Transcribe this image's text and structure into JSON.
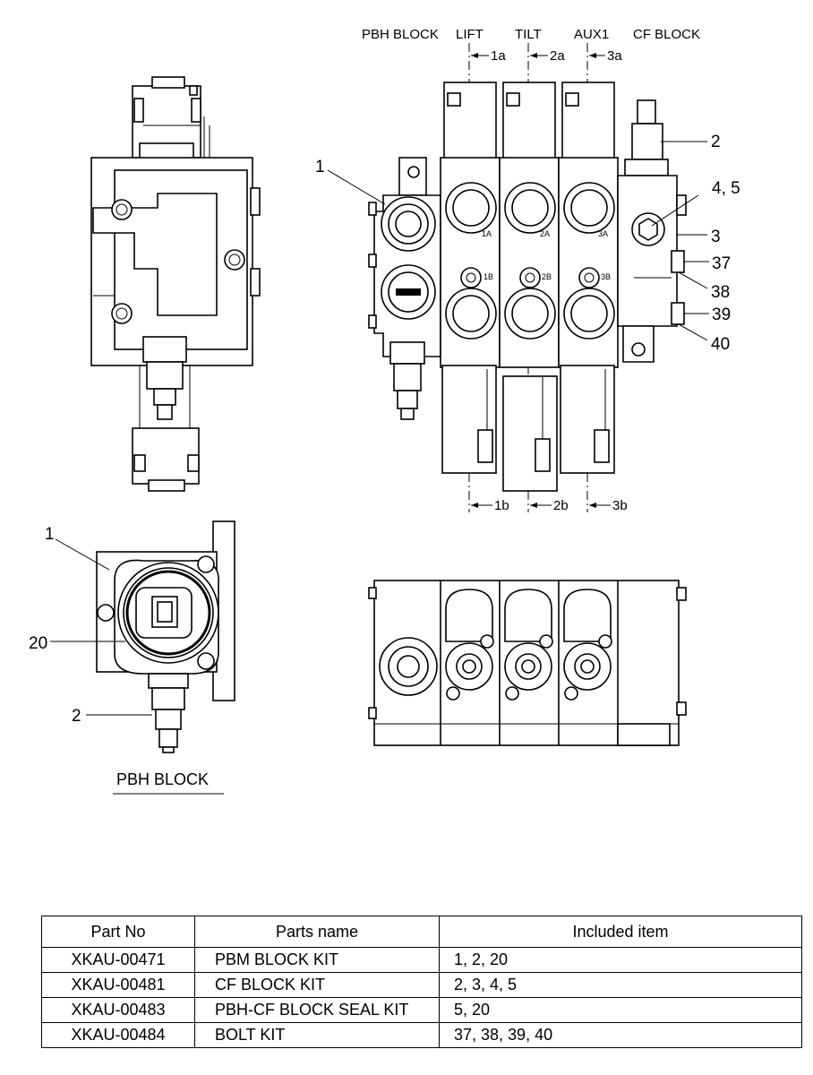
{
  "diagram": {
    "section_labels": {
      "pbh_block": "PBH BLOCK",
      "lift": "LIFT",
      "tilt": "TILT",
      "aux1": "AUX1",
      "cf_block": "CF BLOCK"
    },
    "port_labels": {
      "p1a": "1a",
      "p2a": "2a",
      "p3a": "3a",
      "p1b": "1b",
      "p2b": "2b",
      "p3b": "3b"
    },
    "body_marks": {
      "m1A": "1A",
      "m2A": "2A",
      "m3A": "3A",
      "m1B": "1B",
      "m2B": "2B",
      "m3B": "3B"
    },
    "callouts": {
      "c1_main": "1",
      "c2_main": "2",
      "c45": "4, 5",
      "c3": "3",
      "c37": "37",
      "c38": "38",
      "c39": "39",
      "c40": "40",
      "c1_pbh": "1",
      "c20": "20",
      "c2_pbh": "2"
    },
    "pbh_caption": "PBH BLOCK"
  },
  "table": {
    "headers": {
      "part_no": "Part No",
      "parts_name": "Parts name",
      "included_item": "Included item"
    },
    "rows": [
      {
        "part_no": "XKAU-00471",
        "parts_name": "PBM BLOCK KIT",
        "included_item": "1, 2, 20"
      },
      {
        "part_no": "XKAU-00481",
        "parts_name": "CF BLOCK KIT",
        "included_item": "2, 3, 4, 5"
      },
      {
        "part_no": "XKAU-00483",
        "parts_name": "PBH-CF BLOCK SEAL KIT",
        "included_item": "5, 20"
      },
      {
        "part_no": "XKAU-00484",
        "parts_name": "BOLT KIT",
        "included_item": "37, 38, 39, 40"
      }
    ]
  }
}
